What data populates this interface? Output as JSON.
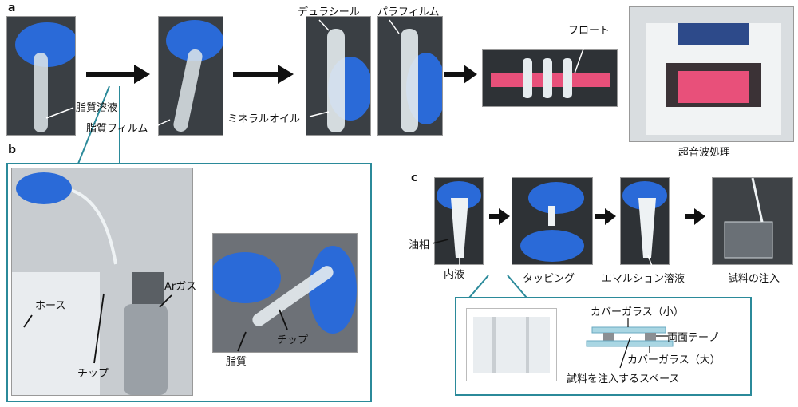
{
  "panels": {
    "a": "a",
    "b": "b",
    "c": "c"
  },
  "labels_a": {
    "lipid_solution": "脂質溶液",
    "lipid_film": "脂質フィルム",
    "mineral_oil": "ミネラルオイル",
    "duraseal": "デュラシール",
    "parafilm": "パラフィルム",
    "float": "フロート",
    "sonication": "超音波処理"
  },
  "labels_b": {
    "hose": "ホース",
    "ar_gas": "Arガス",
    "tip_left": "チップ",
    "tip_right": "チップ",
    "lipid": "脂質"
  },
  "labels_c": {
    "oil_phase": "油相",
    "inner_solution": "内液",
    "tapping": "タッピング",
    "emulsion": "エマルション溶液",
    "sample_injection": "試料の注入",
    "cover_small": "カバーガラス（小）",
    "double_tape": "両面テープ",
    "cover_large": "カバーガラス（大）",
    "sample_space": "試料を注入するスペース"
  },
  "colors": {
    "inset_border": "#2b8a9a",
    "glove": "#2a6ad8",
    "float": "#e8507a",
    "glass": "#a9d6e3"
  }
}
